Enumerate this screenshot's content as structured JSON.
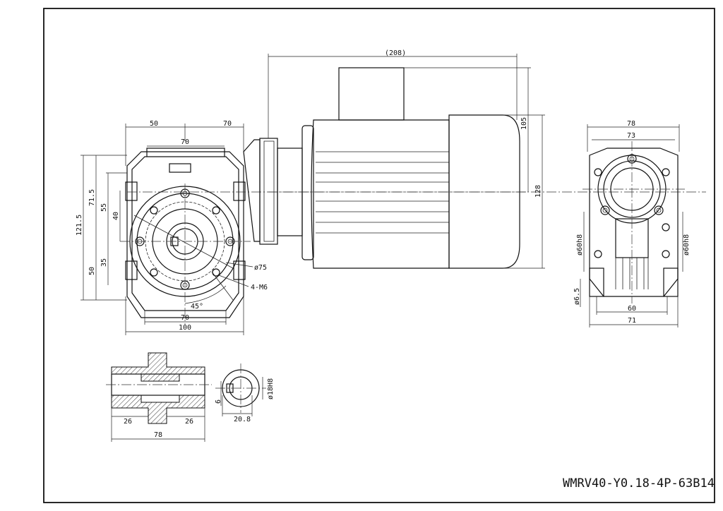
{
  "title_block": {
    "model": "WMRV40-Y0.18-4P-63B14"
  },
  "dimensions": {
    "overall_length": "(208)",
    "top_50": "50",
    "top_70": "70",
    "inner_70": "70",
    "bottom_70": "70",
    "bottom_100": "100",
    "h_121_5": "121.5",
    "h_71_5": "71.5",
    "h_55": "55",
    "h_40": "40",
    "h_35": "35",
    "h_50": "50",
    "h_105": "105",
    "h_128": "128",
    "dia_75": "ø75",
    "holes": "4-M6",
    "angle": "45°",
    "side_78": "78",
    "side_73": "73",
    "side_60": "60",
    "side_71": "71",
    "dia_60h8_left": "ø60h8",
    "dia_60h8_right": "ø60h8",
    "dia_6_5": "ø6.5",
    "shaft_26_left": "26",
    "shaft_26_right": "26",
    "shaft_78": "78",
    "key_6": "6",
    "bore_20_8": "20.8",
    "bore_18h8": "ø18H8"
  }
}
